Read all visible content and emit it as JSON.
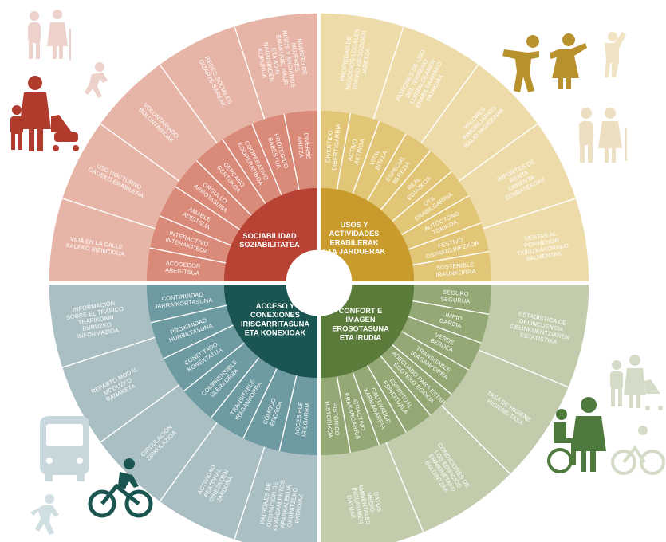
{
  "diagram": {
    "quadrants": [
      {
        "key": "sociabilidad",
        "title": [
          "SOCIABILIDAD",
          "SOZIABILITATEA"
        ],
        "colors": {
          "center": "#b84234",
          "inner": "#d98a78",
          "outer": "#e6b5a7"
        },
        "inner_labels": [
          [
            "ACOGEDOR",
            "ABEGITSUA"
          ],
          [
            "INTERACTIVO",
            "INTERAKTIBOA"
          ],
          [
            "AMABLE",
            "ADEITSUA"
          ],
          [
            "ORGULLO",
            "ARROTASUNA"
          ],
          [
            "CERCANO",
            "GERTUKOA"
          ],
          [
            "COOPERATIVO",
            "KOOPERATIBOA"
          ],
          [
            "PROTEGIDO",
            "BABESTUA"
          ],
          [
            "DIVERSO",
            "ANITZA"
          ]
        ],
        "outer_labels": [
          [
            "VIDA EN LA CALLE",
            "KALEKO BIZIMODUA"
          ],
          [
            "USO NOCTURNO",
            "GAUEKO ERABILERA"
          ],
          [
            "VOLUNTARIADO",
            "BOLUNTARIOAK"
          ],
          [
            "REDES SOCIALES",
            "GIZARTE-SAREAK"
          ],
          [
            "NÚMERO DE",
            "MUJERES,",
            "NIÑOS Y ANCIANOS",
            "EMAKUME, HAUR",
            "ETA ADIN",
            "NAGUSIKOEN",
            "KOPURUA"
          ]
        ]
      },
      {
        "key": "usos",
        "title": [
          "USOS Y",
          "ACTIVIDADES",
          "ERABILERAK",
          "ETA JARDUERAK"
        ],
        "colors": {
          "center": "#c89b2c",
          "inner": "#e2c677",
          "outer": "#eddcaa"
        },
        "inner_labels": [
          [
            "DIVERTIDO",
            "DIBERTIGARRIA"
          ],
          [
            "ACTIVO",
            "AKTIBOA"
          ],
          [
            "VITAL",
            "BITALA"
          ],
          [
            "ESPECIAL",
            "BEREZIA"
          ],
          [
            "REAL",
            "EGIAZKOA"
          ],
          [
            "ÚTIL",
            "ERABILGARRIA"
          ],
          [
            "AUTÓCTONO",
            "TOKIKOA"
          ],
          [
            "FESTIVO",
            "OSPAKIZUNEZKOA"
          ],
          [
            "SOSTENIBLE",
            "IRAUNKORRA"
          ]
        ],
        "outer_labels": [
          [
            "PROPIEDAD DE",
            "NEGOCIOS LOCALES",
            "TOKIKO NEGOZIOEN",
            "JABETZA"
          ],
          [
            "PATRONES DE USO",
            "DEL TERRENO",
            "LURRALDEAREN",
            "ERABILERARAKO",
            "PATROIAK"
          ],
          [
            "VALORES",
            "INMOBILIARIOS",
            "BALIO HIGIEZINAK"
          ],
          [
            "IMPORTES DE",
            "RENTA",
            "ERRENTA-",
            "ZENBATEKOAK"
          ],
          [
            "VENTAS AL",
            "PORMENOR",
            "TXIKIZKAKORAKO",
            "SALMENTAK"
          ]
        ]
      },
      {
        "key": "confort",
        "title": [
          "CONFORT E",
          "IMAGEN",
          "EROSOTASUNA",
          "ETA IRUDIA"
        ],
        "colors": {
          "center": "#5a7b3a",
          "inner": "#93a874",
          "outer": "#c2ccad"
        },
        "inner_labels": [
          [
            "SEGURO",
            "SEGURUA"
          ],
          [
            "LIMPIO",
            "GARBIA"
          ],
          [
            "VERDE",
            "BERDEA"
          ],
          [
            "TRANSITABLE",
            "IRAGANKORRA"
          ],
          [
            "ADECUADO PARA ESTAR",
            "EGOTEKO EGOKIA"
          ],
          [
            "ESPIRITUAL",
            "ESPIRITUALA"
          ],
          [
            "CAUTIVADOR",
            "XARMAGARRIA"
          ],
          [
            "ATRACTIVO",
            "ERAKARGARRIA"
          ],
          [
            "HISTÓRICO",
            "HISTORIKOA"
          ]
        ],
        "outer_labels": [
          [
            "ESTADÍSTICA DE",
            "DELINCUENCIA",
            "DELINKUENTZIAREN",
            "ESTATISTIKA"
          ],
          [
            "TASA DE HIGIENE",
            "HIGIENE-TASA"
          ],
          [
            "CONDICIONES DE",
            "LOS EDIFICIOS",
            "ERAIKINETAKO",
            "BALDINTZAK"
          ],
          [
            "DATOS",
            "MEDIO-",
            "AMBIENTALES",
            "INGURUMEN",
            "DATUAK"
          ]
        ]
      },
      {
        "key": "acceso",
        "title": [
          "ACCESO Y",
          "CONEXIONES",
          "IRISGARRITASUNA",
          "ETA KONEXIOAK"
        ],
        "colors": {
          "center": "#1b5552",
          "inner": "#6e9aa1",
          "outer": "#aabfc3"
        },
        "inner_labels": [
          [
            "CONTINUIDAD",
            "JARRAIKORTASUNA"
          ],
          [
            "PROXIMIDAD",
            "HURBILTASUNA"
          ],
          [
            "CONECTADO",
            "KONEKTATUA"
          ],
          [
            "COMPRENSIBLE",
            "ULERKORRA"
          ],
          [
            "TRANSITABLE",
            "IRAGANKORRA"
          ],
          [
            "CÓMODO",
            "EROSOA"
          ],
          [
            "ACCESIBLE",
            "IRISGARRIA"
          ]
        ],
        "outer_labels": [
          [
            "INFORMACIÓN",
            "SOBRE EL TRÁFICO",
            "TRAFIKOARI",
            "BURUZKO",
            "INFORMAZIOA"
          ],
          [
            "REPARTO MODAL",
            "MODUZKO",
            "BANAKETA"
          ],
          [
            "CIRCULACIÓN",
            "ZIRKULAZIOA"
          ],
          [
            "ACTIVIDAD",
            "PEATONAL",
            "OINEZKOEN",
            "JARDUNA"
          ],
          [
            "PATRONES DE",
            "OCUPACIÓN DE",
            "APARCAMIENTOS",
            "APARKALEKUA",
            "OKUPATZEKO",
            "PATROIAK"
          ]
        ]
      }
    ],
    "icons": [
      "family-icon",
      "elderly-couple-icon",
      "running-child-icon",
      "dancing-people-icon",
      "walking-couple-icon",
      "wheelchair-family-icon",
      "cyclist-icon",
      "bus-icon",
      "pedestrian-icon"
    ]
  }
}
